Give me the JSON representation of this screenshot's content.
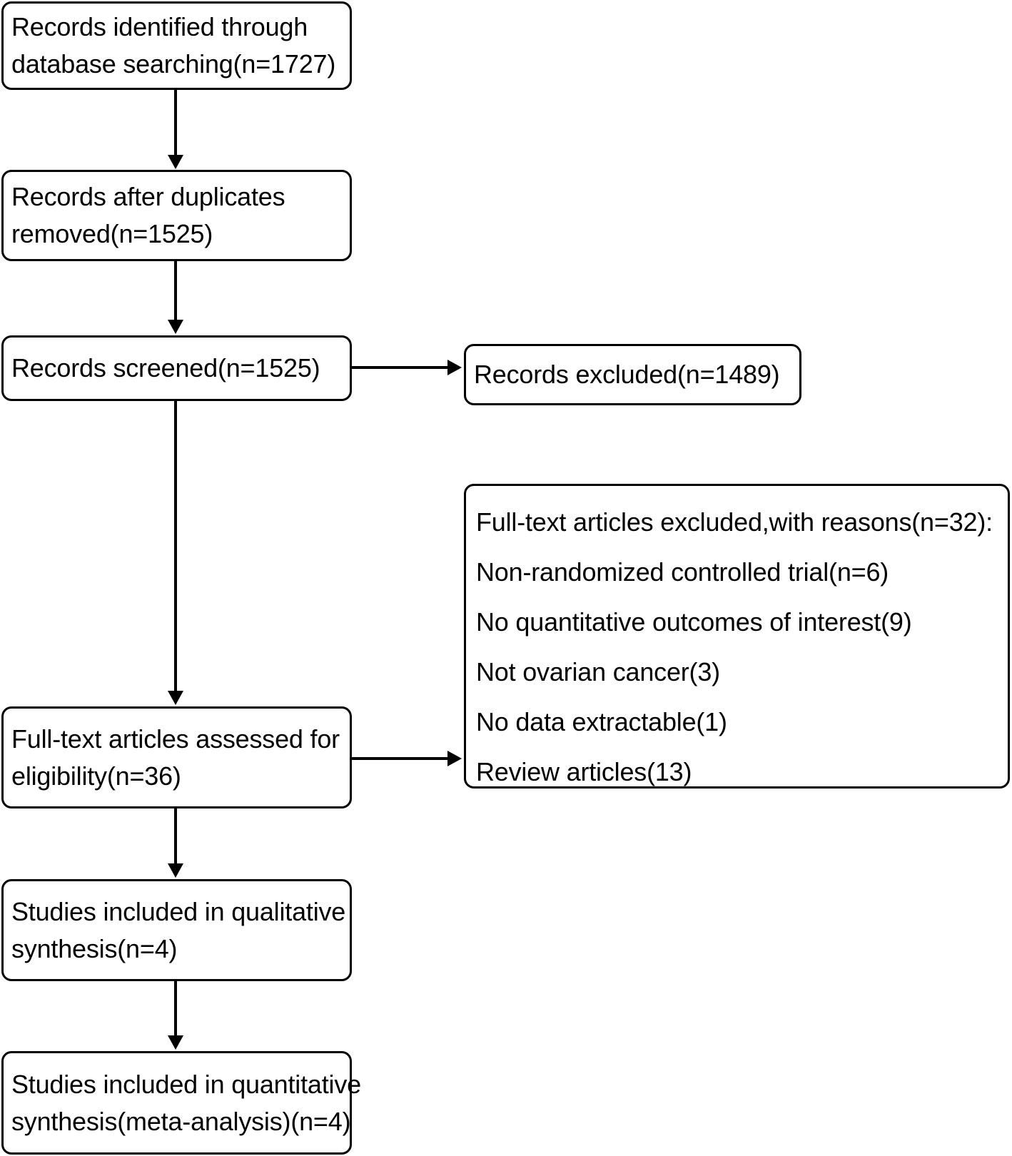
{
  "diagram": {
    "type": "prisma-flow-diagram",
    "boxes": {
      "identified": {
        "lines": [
          "Records identified through",
          "database searching(n=1727)"
        ],
        "count": 1727
      },
      "duplicates_removed": {
        "lines": [
          "Records after duplicates",
          "removed(n=1525)"
        ],
        "count": 1525
      },
      "screened": {
        "lines": [
          "Records screened(n=1525)"
        ],
        "count": 1525
      },
      "excluded": {
        "lines": [
          "Records excluded(n=1489)"
        ],
        "count": 1489
      },
      "reasons": {
        "lines": [
          "Full-text articles excluded,with reasons(n=32):",
          "Non-randomized controlled trial(n=6)",
          "No quantitative outcomes of interest(9)",
          "Not ovarian cancer(3)",
          "No data extractable(1)",
          "Review articles(13)"
        ],
        "total": 32
      },
      "fulltext_assessed": {
        "lines": [
          "Full-text articles assessed for",
          "eligibility(n=36)"
        ],
        "count": 36
      },
      "qualitative": {
        "lines": [
          "Studies included in qualitative",
          "synthesis(n=4)"
        ],
        "count": 4
      },
      "quantitative": {
        "lines": [
          "Studies included in quantitative",
          "synthesis(meta-analysis)(n=4)"
        ],
        "count": 4
      }
    },
    "colors": {
      "border": "#000000",
      "text": "#000000",
      "background": "#ffffff",
      "connector": "#000000"
    }
  }
}
